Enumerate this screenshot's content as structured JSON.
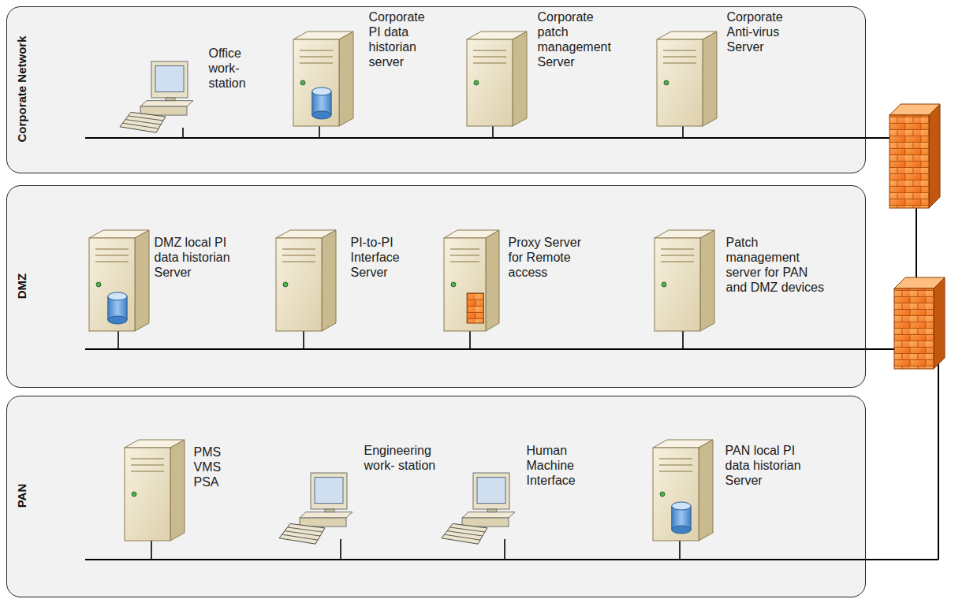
{
  "diagram": {
    "nodes": [
      {
        "text": [
          "Corporate Network"
        ]
      },
      {
        "text": [
          "Office work- station"
        ],
        "in": 0
      },
      {
        "text": [
          "Corporate PI data historian server"
        ],
        "in": 0
      },
      {
        "text": [
          "Corporate patch management Server"
        ],
        "in": 0
      },
      {
        "text": [
          "Corporate Anti-virus Server"
        ],
        "in": 0
      },
      {
        "text": [
          "DMZ"
        ]
      },
      {
        "text": [
          "DMZ local PI data historian Server"
        ],
        "in": 5
      },
      {
        "text": [
          "PI-to-PI Interface Server"
        ],
        "in": 5
      },
      {
        "text": [
          "Proxy Server for Remote access"
        ],
        "in": 5
      },
      {
        "text": [
          "Patch management server for PAN and DMZ devices"
        ],
        "in": 5
      },
      {
        "text": [
          "PAN"
        ]
      },
      {
        "text": [
          "PMS VMS PSA"
        ],
        "in": 10
      },
      {
        "text": [
          "Engineering work- station"
        ],
        "in": 10
      },
      {
        "text": [
          "Human Machine Interface"
        ],
        "in": 10
      },
      {
        "text": [
          "PAN local PI data historian Server"
        ],
        "in": 10
      }
    ]
  }
}
